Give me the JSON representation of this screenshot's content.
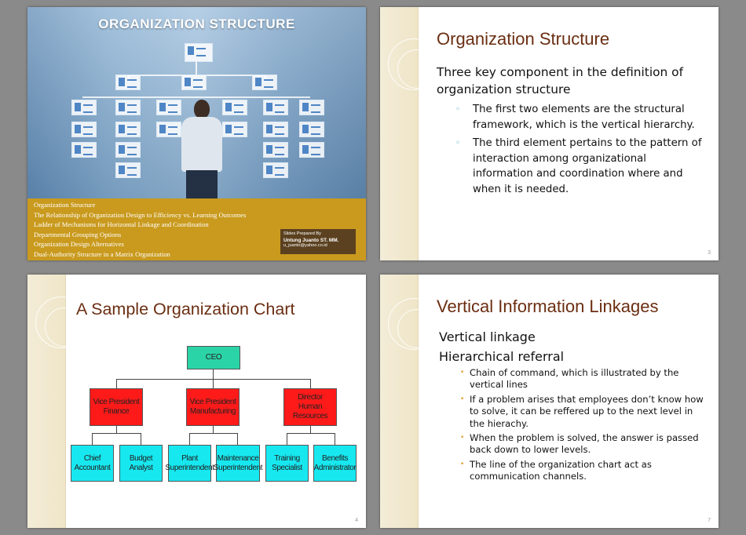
{
  "slide1": {
    "title": "ORGANIZATION STRUCTURE",
    "topics": [
      "Organization Structure",
      "The Relationship of Organization Design to Efficiency vs. Learning Outcomes",
      "Ladder of Mechanisms for Horizontal Linkage and Coordination",
      "Departmental Grouping Options",
      "Organization Design Alternatives",
      "Dual-Authority Structure in a Matrix Organization"
    ],
    "credit_label": "Slides Prepared By",
    "credit_name": "Untung Juanto ST. MM.",
    "credit_email": "u_juanto@yahoo.co.id"
  },
  "slide2": {
    "title": "Organization Structure",
    "lead": "Three key component in the definition of organization structure",
    "bullets": [
      "The first two elements are the structural framework, which is the vertical hierarchy.",
      "The third element pertains to the pattern of interaction among organizational information and coordination where and when it is needed."
    ],
    "bullet_marker": "◦",
    "slide_number": "3"
  },
  "slide3": {
    "title": "A Sample Organization Chart",
    "ceo": "CEO",
    "vps": [
      {
        "line1": "Vice President",
        "line2": "Finance"
      },
      {
        "line1": "Vice President",
        "line2": "Manufacturing"
      },
      {
        "line1": "Director",
        "line2": "Human Resources"
      }
    ],
    "leaves": [
      {
        "line1": "Chief",
        "line2": "Accountant"
      },
      {
        "line1": "Budget",
        "line2": "Analyst"
      },
      {
        "line1": "Plant",
        "line2": "Superintendent"
      },
      {
        "line1": "Maintenance",
        "line2": "Superintendent"
      },
      {
        "line1": "Training",
        "line2": "Specialist"
      },
      {
        "line1": "Benefits",
        "line2": "Administrator"
      }
    ],
    "slide_number": "4"
  },
  "slide4": {
    "title": "Vertical Information Linkages",
    "line1": "Vertical linkage",
    "line2": "Hierarchical referral",
    "bullets": [
      "Chain of command, which is illustrated by the vertical lines",
      "If a problem arises that employees don’t know how to solve, it can be reffered up to the next level in the hierachy.",
      "When the problem is solved, the answer is passed back down to lower levels.",
      "The line of the organization chart act as communication channels."
    ],
    "bullet_marker": "•",
    "slide_number": "7"
  }
}
